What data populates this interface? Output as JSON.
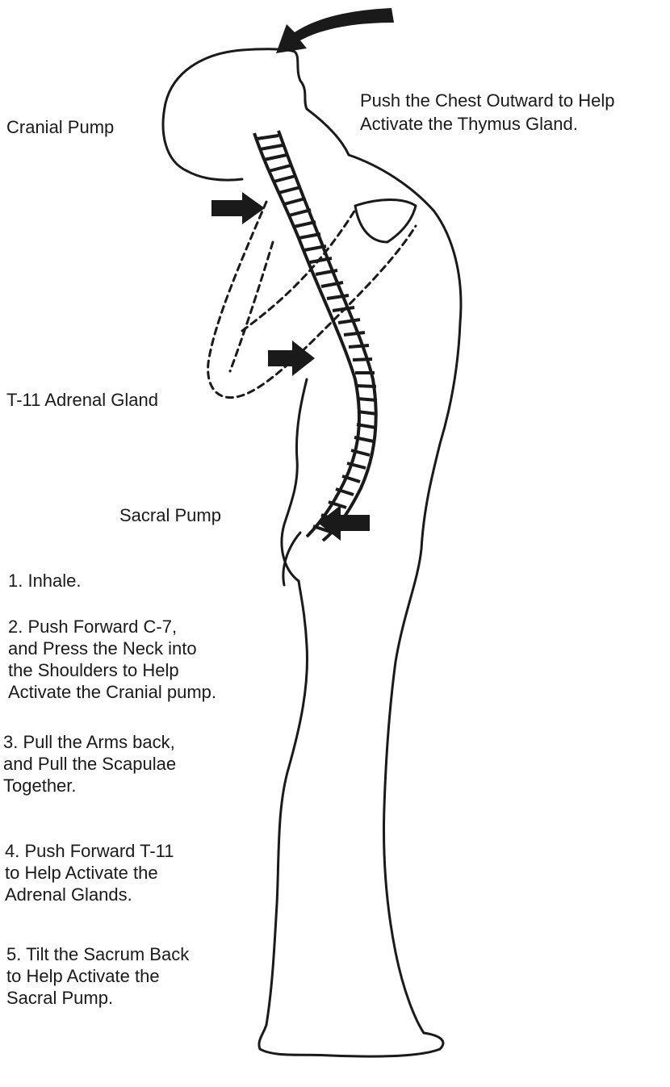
{
  "labels": {
    "cranial_pump": "Cranial Pump",
    "chest": [
      "Push the Chest Outward  to Help",
      "Activate the Thymus Gland."
    ],
    "adrenal": "T-11 Adrenal Gland",
    "sacral_pump": "Sacral Pump"
  },
  "steps": [
    {
      "lines": [
        "1. Inhale."
      ]
    },
    {
      "lines": [
        "2. Push Forward C-7,",
        "and Press the Neck into",
        "the Shoulders to Help",
        "Activate the Cranial pump."
      ]
    },
    {
      "lines": [
        "3. Pull the Arms back,",
        "and Pull the Scapulae",
        "Together."
      ]
    },
    {
      "lines": [
        "4. Push Forward T-11",
        "to Help Activate the",
        "Adrenal Glands."
      ]
    },
    {
      "lines": [
        "5. Tilt the Sacrum Back",
        "to Help Activate the",
        "Sacral Pump."
      ]
    }
  ]
}
